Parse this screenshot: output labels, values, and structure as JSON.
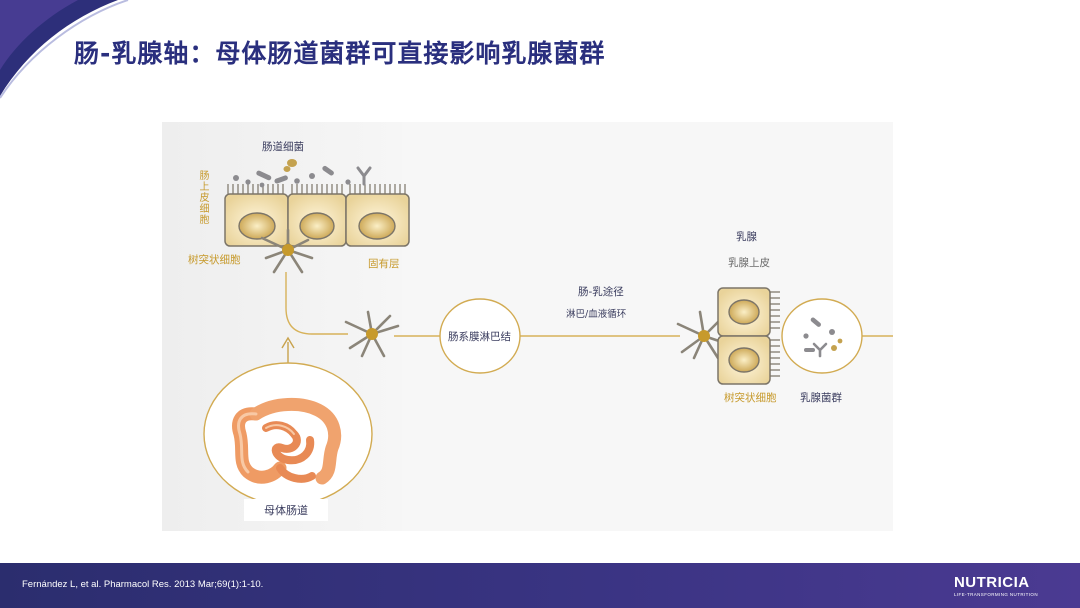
{
  "slide": {
    "title": "肠-乳腺轴：母体肠道菌群可直接影响乳腺菌群",
    "citation": "Fernández L, et al. Pharmacol Res. 2013 Mar;69(1):1-10."
  },
  "diagram": {
    "labels": {
      "gut_bacteria": "肠道细菌",
      "gut_epithelium": "肠上皮细胞",
      "dendritic_cell_gut": "树突状细胞",
      "lamina_propria": "固有层",
      "mesenteric_lymph_node": "肠系膜淋巴结",
      "enteromammary_route": "肠-乳途径",
      "lymph_blood": "淋巴/血液循环",
      "mammary_gland": "乳腺",
      "mammary_epithelium": "乳腺上皮",
      "dendritic_cell_mammary": "树突状细胞",
      "mammary_microbiota": "乳腺菌群",
      "maternal_gut": "母体肠道"
    }
  },
  "logo": {
    "name": "NUTRICIA",
    "tagline": "LIFE-TRANSFORMING NUTRITION"
  },
  "colors": {
    "title": "#2a2f7e",
    "footer": "#3a3483",
    "gold": "#c79a2c"
  }
}
